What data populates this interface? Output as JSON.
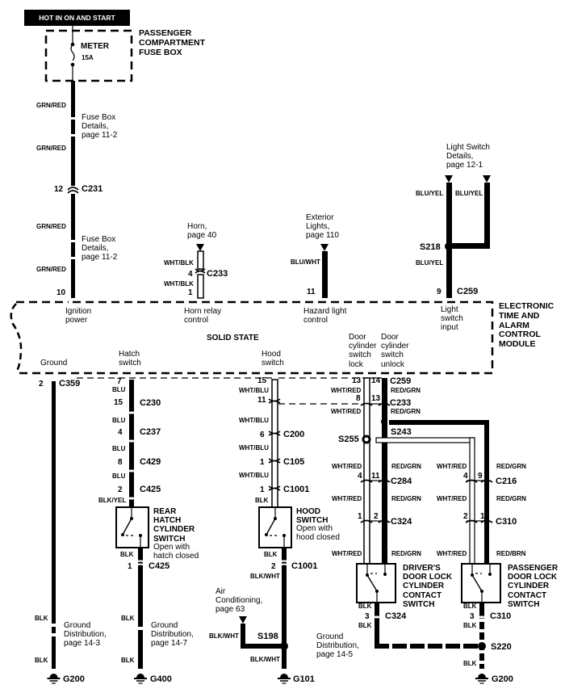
{
  "header": {
    "label": "HOT IN ON AND START"
  },
  "fuse_box": {
    "title": "PASSENGER\nCOMPARTMENT\nFUSE BOX",
    "fuse_name": "METER",
    "fuse_rating": "15A"
  },
  "module": {
    "title": "ELECTRONIC\nTIME AND\nALARM\nCONTROL\nMODULE",
    "type": "SOLID STATE",
    "terminals": {
      "ignition_power": "Ignition\npower",
      "horn_relay": "Horn relay\ncontrol",
      "hazard_light": "Hazard light\ncontrol",
      "light_switch": "Light\nswitch\ninput",
      "ground": "Ground",
      "hatch_switch": "Hatch\nswitch",
      "hood_switch": "Hood\nswitch",
      "door_lock": "Door\ncylinder\nswitch\nlock",
      "door_unlock": "Door\ncylinder\nswitch\nunlock"
    }
  },
  "references": {
    "fuse_box_1": "Fuse Box\nDetails,\npage 11-2",
    "fuse_box_2": "Fuse Box\nDetails,\npage 11-2",
    "horn": "Horn,\npage 40",
    "exterior_lights": "Exterior\nLights,\npage 110",
    "light_switch": "Light Switch\nDetails,\npage 12-1",
    "air_conditioning": "Air\nConditioning,\npage 63",
    "ground_dist_1": "Ground\nDistribution,\npage 14-3",
    "ground_dist_2": "Ground\nDistribution,\npage 14-7",
    "ground_dist_3": "Ground\nDistribution,\npage 14-5"
  },
  "wire_colors": {
    "power_1": "GRN/RED",
    "power_2": "GRN/RED",
    "power_3": "GRN/RED",
    "power_4": "GRN/RED",
    "horn_1": "WHT/BLK",
    "horn_2": "WHT/BLK",
    "ext_lights": "BLU/WHT",
    "light_sw_left": "BLU/YEL",
    "light_sw_right": "BLU/YEL",
    "light_sw_lower": "BLU/YEL",
    "ground_1": "BLK",
    "ground_2": "BLK",
    "hatch_1": "BLU",
    "hatch_2": "BLU",
    "hatch_3": "BLU",
    "hatch_4": "BLU",
    "hatch_5": "BLK/YEL",
    "hatch_6": "BLK",
    "hatch_7": "BLK",
    "hatch_8": "BLK",
    "hood_1": "WHT/BLU",
    "hood_2": "WHT/BLU",
    "hood_3": "WHT/BLU",
    "hood_4": "WHT/BLU",
    "hood_5": "BLK",
    "hood_6": "BLK/WHT",
    "hood_7": "BLK/WHT",
    "hood_8": "BLK/WHT",
    "door_l_1": "WHT/RED",
    "door_l_2": "WHT/RED",
    "door_l_3": "WHT/RED",
    "door_l_4": "WHT/RED",
    "door_l_5": "WHT/RED",
    "door_r_1": "RED/GRN",
    "door_r_2": "RED/GRN",
    "door_r_3": "RED/GRN",
    "door_r_4": "RED/GRN",
    "door_r_5": "RED/GRN",
    "pass_l_1": "WHT/RED",
    "pass_l_2": "WHT/RED",
    "pass_l_3": "WHT/RED",
    "pass_r_1": "RED/GRN",
    "pass_r_2": "RED/GRN",
    "pass_r_3": "RED/BRN",
    "drv_blk_1": "BLK",
    "drv_blk_2": "BLK",
    "pass_blk_1": "BLK",
    "pass_blk_2": "BLK",
    "pass_blk_3": "BLK"
  },
  "connectors": {
    "c231": "C231",
    "c233_top": "C233",
    "c259_top": "C259",
    "c359": "C359",
    "c230": "C230",
    "c237": "C237",
    "c429": "C429",
    "c425_a": "C425",
    "c425_b": "C425",
    "c200": "C200",
    "c105": "C105",
    "c1001_a": "C1001",
    "c1001_b": "C1001",
    "c259": "C259",
    "c233": "C233",
    "c284": "C284",
    "c324_a": "C324",
    "c324_b": "C324",
    "c216": "C216",
    "c310_a": "C310",
    "c310_b": "C310"
  },
  "pins": {
    "p12": "12",
    "p10": "10",
    "p4_horn": "4",
    "p1_horn": "1",
    "p11_ext": "11",
    "p9_ls": "9",
    "p2_gnd": "2",
    "p7": "7",
    "p15_hatch": "15",
    "p4_hatch": "4",
    "p8_hatch": "8",
    "p2_hatch": "2",
    "p1_hatch": "1",
    "p15_hood": "15",
    "p11_hood": "11",
    "p6_hood": "6",
    "p1_hood_a": "1",
    "p1_hood_b": "1",
    "p2_hood": "2",
    "p13_a": "13",
    "p8": "8",
    "p14": "14",
    "p13_b": "13",
    "p4_drv": "4",
    "p11_drv": "11",
    "p1_drv": "1",
    "p2_drv": "2",
    "p3_drv": "3",
    "p4_pass": "4",
    "p9_pass": "9",
    "p2_pass": "2",
    "p1_pass": "1",
    "p3_pass": "3"
  },
  "splices": {
    "s218": "S218",
    "s255": "S255",
    "s243": "S243",
    "s198": "S198",
    "s220": "S220"
  },
  "grounds": {
    "g200_a": "G200",
    "g400": "G400",
    "g101": "G101",
    "g200_b": "G200"
  },
  "components": {
    "rear_hatch": {
      "name": "REAR\nHATCH\nCYLINDER\nSWITCH",
      "note": "Open with\nhatch closed"
    },
    "hood": {
      "name": "HOOD\nSWITCH",
      "note": "Open with\nhood closed"
    },
    "drivers_door": {
      "name": "DRIVER'S\nDOOR LOCK\nCYLINDER\nCONTACT\nSWITCH"
    },
    "passenger_door": {
      "name": "PASSENGER\nDOOR LOCK\nCYLINDER\nCONTACT\nSWITCH"
    }
  }
}
